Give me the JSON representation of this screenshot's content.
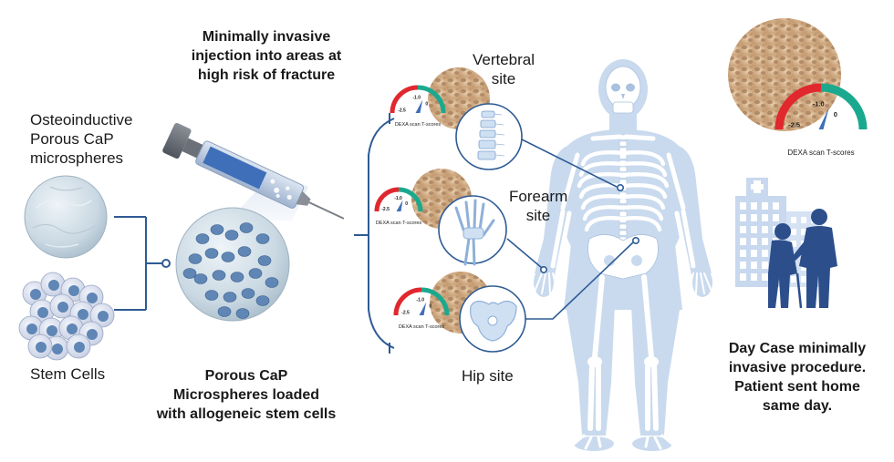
{
  "labels": {
    "injection": [
      "Minimally invasive",
      "injection into areas at",
      "high risk of fracture"
    ],
    "osteo": [
      "Osteoinductive",
      "Porous CaP",
      "microspheres"
    ],
    "stem_cells": "Stem Cells",
    "loaded": [
      "Porous CaP",
      "Microspheres loaded",
      "with allogeneic stem cells"
    ],
    "vertebral": [
      "Vertebral",
      "site"
    ],
    "forearm": [
      "Forearm",
      "site"
    ],
    "hip": "Hip site",
    "day_case": [
      "Day Case minimally",
      "invasive procedure.",
      "Patient sent home",
      "same day."
    ]
  },
  "dexa": {
    "caption": "DEXA scan T-scores",
    "tick_low": "-2.5",
    "tick_mid": "-1.0",
    "tick_high": "0"
  },
  "colors": {
    "body": "#c9daee",
    "line": "#2e5b94",
    "syringe_blue": "#3f6fb8",
    "gauge_red": "#e0282e",
    "gauge_teal": "#1aa98f",
    "people": "#2c4f8c",
    "building": "#c8d8ee"
  }
}
